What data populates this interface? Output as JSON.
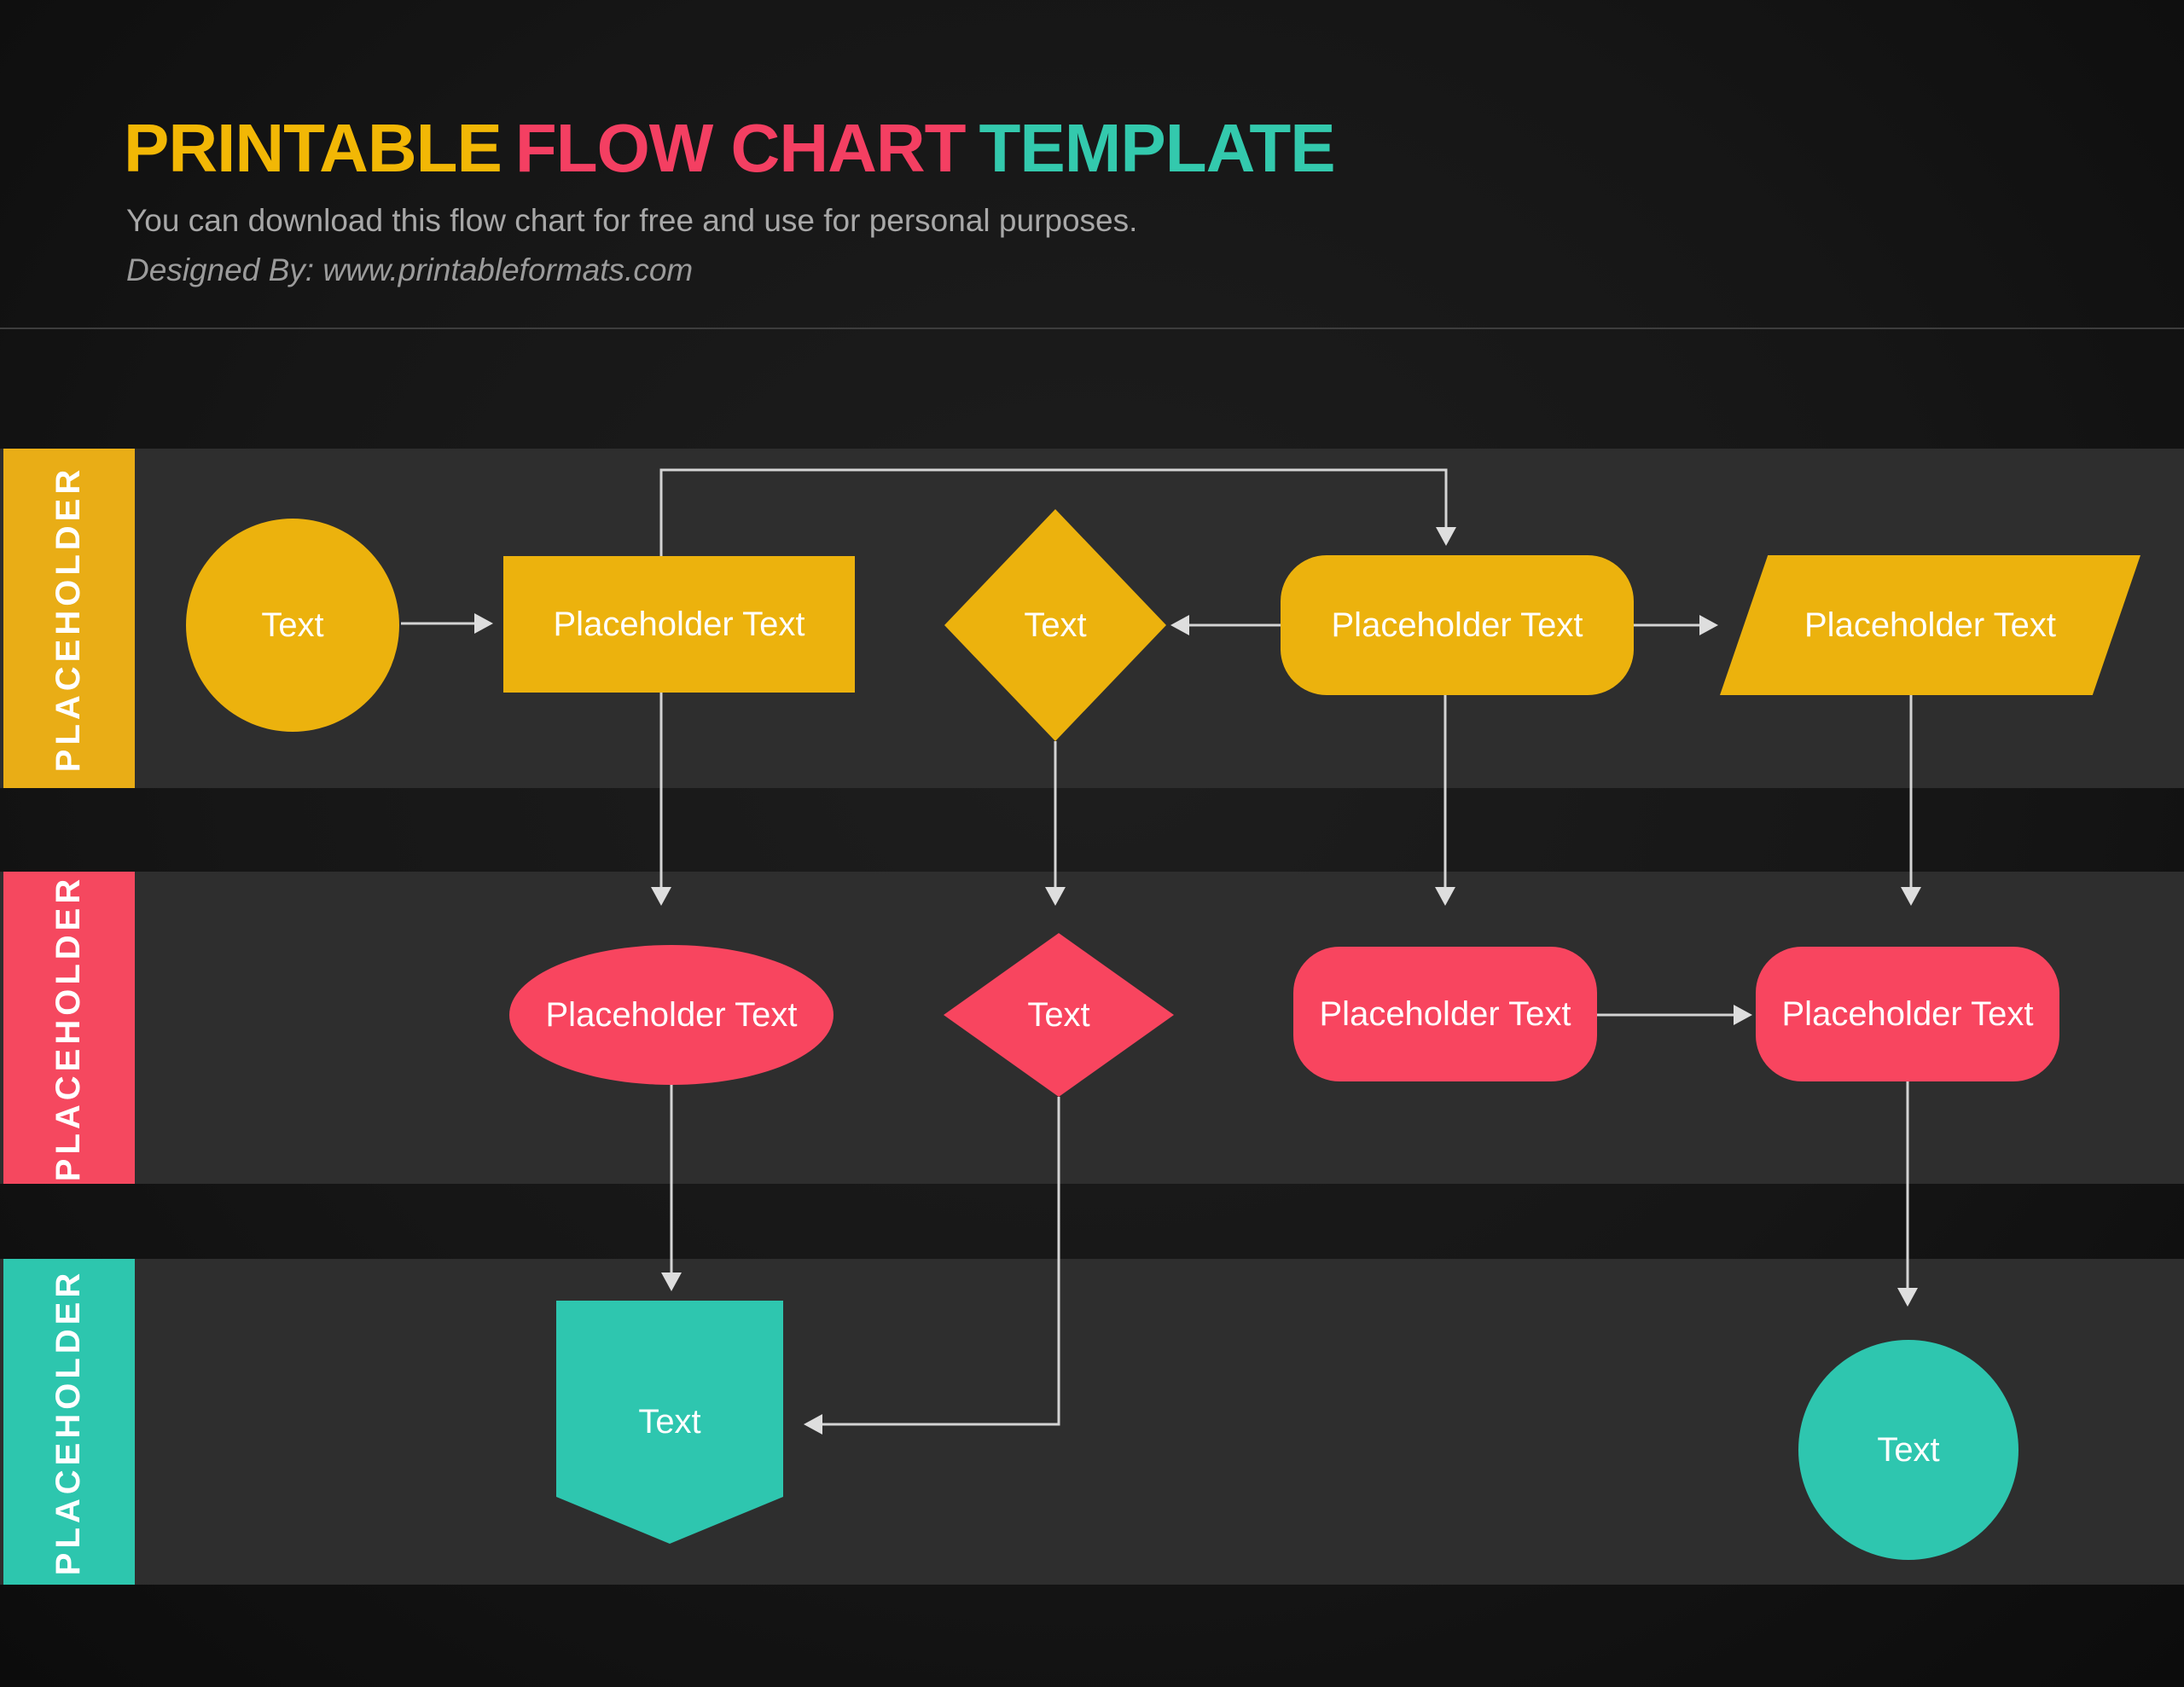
{
  "header": {
    "title_parts": [
      {
        "text": "PRINTABLE",
        "color": "#f2b705"
      },
      {
        "text": "FLOW CHART",
        "color": "#f43f62"
      },
      {
        "text": "TEMPLATE",
        "color": "#33c9ad"
      }
    ],
    "subtitle": "You can download this flow chart for free and use for personal purposes.",
    "credit": "Designed By: www.printableformats.com"
  },
  "lanes": [
    {
      "label": "PLACEHOLDER",
      "color": "#e9ad16"
    },
    {
      "label": "PLACEHOLDER",
      "color": "#f5485f"
    },
    {
      "label": "PLACEHOLDER",
      "color": "#2dc6ae"
    }
  ],
  "nodes": {
    "lane1_circle": {
      "shape": "circle",
      "label": "Text"
    },
    "lane1_rect": {
      "shape": "rectangle",
      "label": "Placeholder Text"
    },
    "lane1_diamond": {
      "shape": "diamond",
      "label": "Text"
    },
    "lane1_rounded": {
      "shape": "rounded-rectangle",
      "label": "Placeholder Text"
    },
    "lane1_parallelogram": {
      "shape": "parallelogram",
      "label": "Placeholder Text"
    },
    "lane2_ellipse": {
      "shape": "ellipse",
      "label": "Placeholder Text"
    },
    "lane2_diamond": {
      "shape": "diamond",
      "label": "Text"
    },
    "lane2_rounded1": {
      "shape": "rounded-rectangle",
      "label": "Placeholder Text"
    },
    "lane2_rounded2": {
      "shape": "rounded-rectangle",
      "label": "Placeholder Text"
    },
    "lane3_banner": {
      "shape": "banner-pentagon",
      "label": "Text"
    },
    "lane3_circle": {
      "shape": "circle",
      "label": "Text"
    }
  },
  "colors": {
    "background": "#161616",
    "lane_background": "#2e2e2e",
    "yellow": "#ecb20d",
    "pink": "#f8455f",
    "teal": "#2ec6af",
    "connector": "#d4d4d4",
    "subtitle_text": "#a8a8a8",
    "separator": "#3d3d3d",
    "node_text": "#ffffff"
  }
}
